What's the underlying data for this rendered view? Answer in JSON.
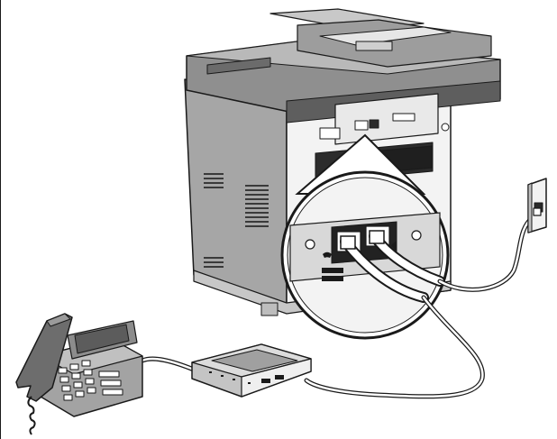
{
  "diagram": {
    "devices": [
      {
        "id": "mfp",
        "icon": "multifunction-printer-icon"
      },
      {
        "id": "wall-jack",
        "icon": "telephone-wall-jack-icon"
      },
      {
        "id": "telephone",
        "icon": "desk-telephone-icon"
      },
      {
        "id": "modem",
        "icon": "modem-icon"
      }
    ],
    "ports": [
      {
        "id": "ext",
        "icon": "telephone-handset-icon"
      },
      {
        "id": "line",
        "icon": "wall-line-icon"
      }
    ],
    "connections": [
      {
        "from": "mfp.line",
        "to": "wall-jack"
      },
      {
        "from": "mfp.ext",
        "to": "modem"
      },
      {
        "from": "modem",
        "to": "telephone"
      }
    ],
    "colors": {
      "printer_body": "#a9a9a9",
      "printer_dark": "#6f6f6f",
      "printer_panel": "#f2f2f2",
      "outline": "#1a1a1a",
      "cable": "#ffffff"
    }
  }
}
